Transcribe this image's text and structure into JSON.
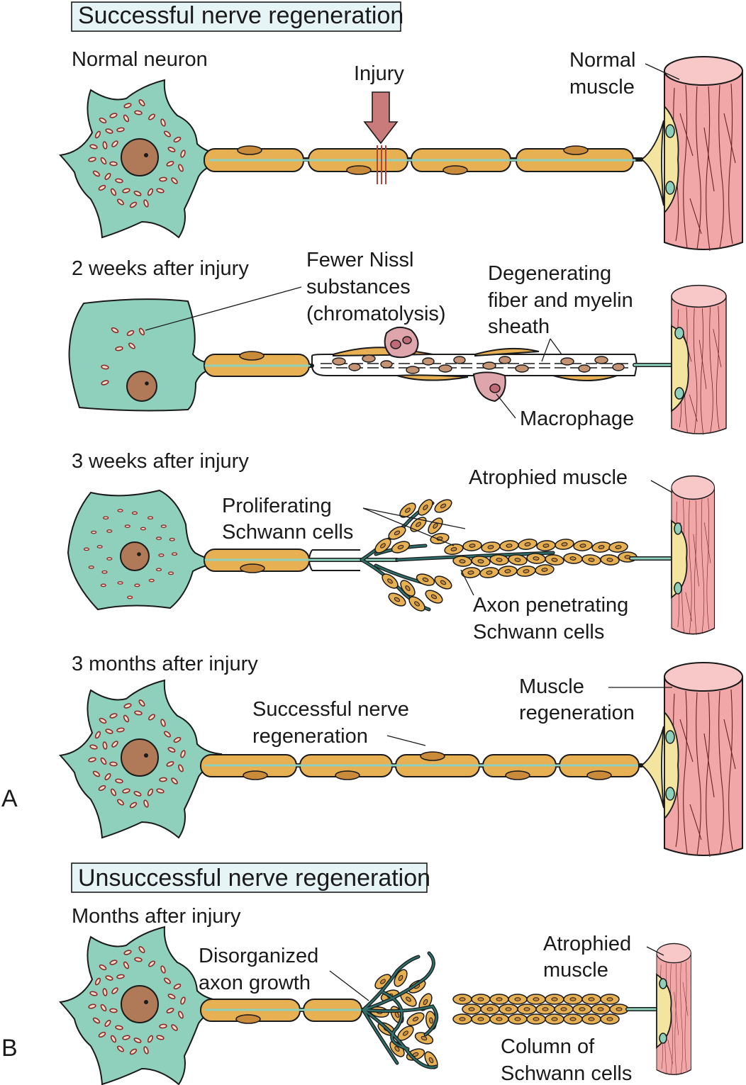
{
  "sections": {
    "successful_title": "Successful nerve regeneration",
    "unsuccessful_title": "Unsuccessful nerve regeneration"
  },
  "panels": {
    "a_letter": "A",
    "b_letter": "B"
  },
  "stage_labels": {
    "normal": "Normal neuron",
    "two_weeks": "2 weeks after injury",
    "three_weeks": "3 weeks after injury",
    "three_months": "3 months after injury",
    "months_after": "Months after injury"
  },
  "annotations": {
    "injury": "Injury",
    "normal_muscle": [
      "Normal",
      "muscle"
    ],
    "fewer_nissl": [
      "Fewer Nissl",
      "substances",
      "(chromatolysis)"
    ],
    "degenerating": [
      "Degenerating",
      "fiber and myelin",
      "sheath"
    ],
    "macrophage": "Macrophage",
    "atrophied_muscle": "Atrophied muscle",
    "proliferating": [
      "Proliferating",
      "Schwann cells"
    ],
    "axon_penetrating": [
      "Axon penetrating",
      "Schwann cells"
    ],
    "muscle_regen": [
      "Muscle",
      "regeneration"
    ],
    "successful_regen": [
      "Successful nerve",
      "regeneration"
    ],
    "disorganized": [
      "Disorganized",
      "axon growth"
    ],
    "atrophied_muscle_b": [
      "Atrophied",
      "muscle"
    ],
    "column_schwann": [
      "Column of",
      "Schwann cells"
    ]
  },
  "colors": {
    "neuron_body": "#8fd0bc",
    "nucleus": "#b07a58",
    "schwann_cell": "#e6b053",
    "muscle": "#f1a7a7",
    "injury_arrow": "#c97a7a",
    "macrophage": "#dea5ad",
    "title_box": "#e6f4f6"
  },
  "icons": {
    "injury_marker": "down-arrow-icon"
  }
}
